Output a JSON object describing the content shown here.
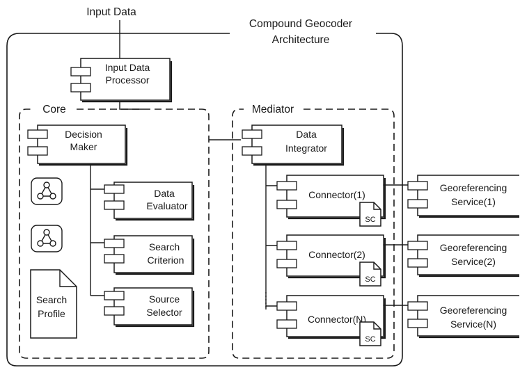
{
  "input_label": "Input Data",
  "architecture": {
    "title_line1": "Compound Geocoder",
    "title_line2": "Architecture"
  },
  "input_processor": {
    "line1": "Input Data",
    "line2": "Processor"
  },
  "core": {
    "title": "Core",
    "decision_maker": {
      "line1": "Decision",
      "line2": "Maker"
    },
    "components": [
      {
        "line1": "Data",
        "line2": "Evaluator"
      },
      {
        "line1": "Search",
        "line2": "Criterion"
      },
      {
        "line1": "Source",
        "line2": "Selector"
      }
    ],
    "search_profile": {
      "line1": "Search",
      "line2": "Profile"
    }
  },
  "mediator": {
    "title": "Mediator",
    "data_integrator": {
      "line1": "Data",
      "line2": "Integrator"
    },
    "connectors": [
      {
        "label": "Connector(1)",
        "doc": "SC"
      },
      {
        "label": "Connector(2)",
        "doc": "SC"
      },
      {
        "label": "Connector(N)",
        "doc": "SC"
      }
    ]
  },
  "services": [
    {
      "line1": "Georeferencing",
      "line2": "Service(1)"
    },
    {
      "line1": "Georeferencing",
      "line2": "Service(2)"
    },
    {
      "line1": "Georeferencing",
      "line2": "Service(N)"
    }
  ]
}
